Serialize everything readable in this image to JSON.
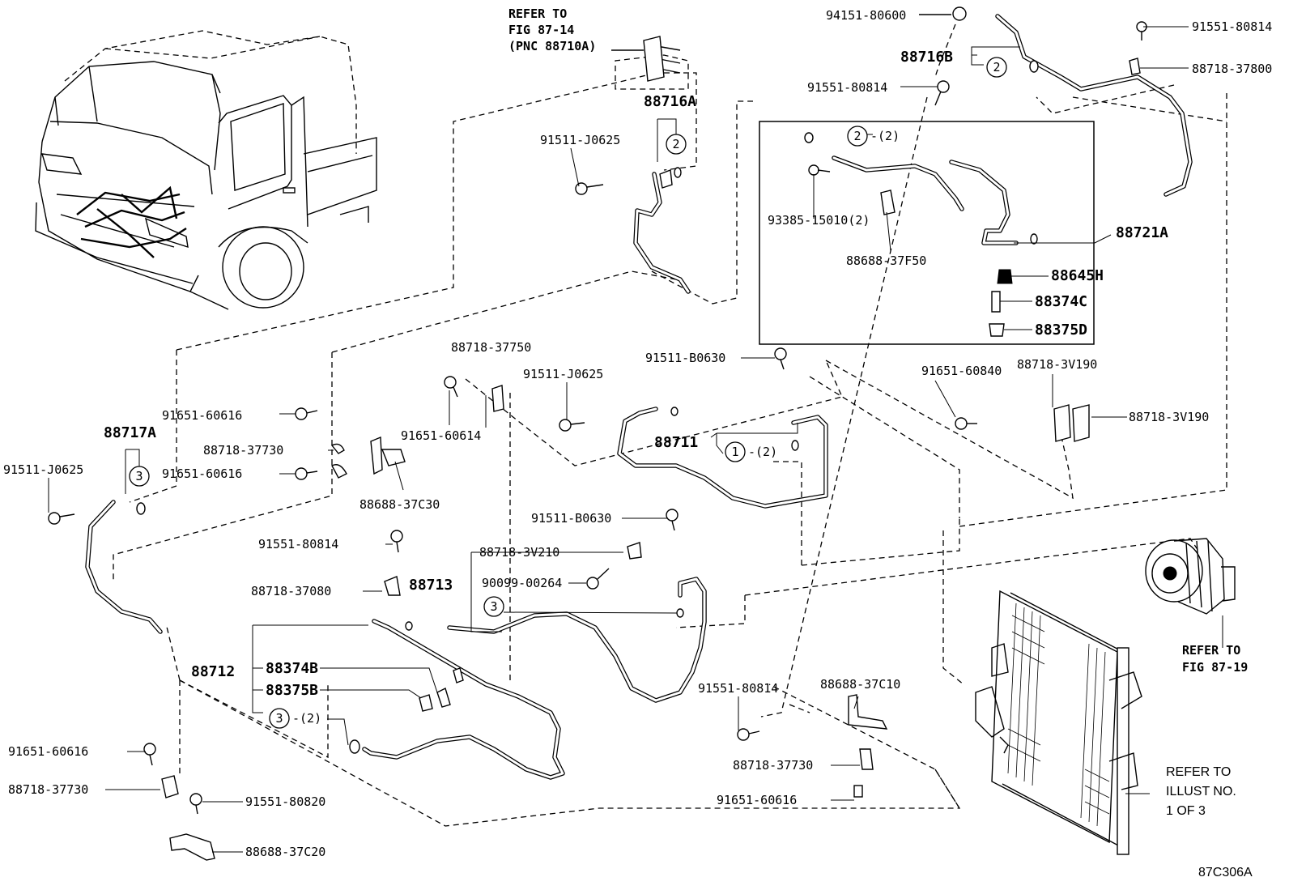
{
  "diagram_code": "87C306A",
  "refers": {
    "fig_87_14": [
      "REFER TO",
      "FIG 87-14",
      "(PNC 88710A)"
    ],
    "fig_87_19": [
      "REFER TO",
      "FIG 87-19"
    ],
    "illust_1of3": [
      "REFER TO",
      "ILLUST NO.",
      "1 OF 3"
    ]
  },
  "assemblies": {
    "a88716A": "88716A",
    "a88716B": "88716B",
    "a88717A": "88717A",
    "a88721A": "88721A",
    "a88711": "88711",
    "a88713": "88713",
    "a88712": "88712",
    "a88645H": "88645H",
    "a88374C": "88374C",
    "a88375D": "88375D",
    "a88374B": "88374B",
    "a88375B": "88375B"
  },
  "callouts": {
    "c1": "1",
    "c2": "2",
    "c3": "3",
    "qty2": "-(2)"
  },
  "parts": {
    "p94151_80600": "94151-80600",
    "p91551_80814_a": "91551-80814",
    "p88718_37800": "88718-37800",
    "p91551_80814_b": "91551-80814",
    "p91511_J0625_a": "91511-J0625",
    "p93385_15010": "93385-15010(2)",
    "p88688_37F50": "88688-37F50",
    "p88718_37750": "88718-37750",
    "p91511_J0625_b": "91511-J0625",
    "p91511_B0630_a": "91511-B0630",
    "p91651_60840": "91651-60840",
    "p88718_3V190_a": "88718-3V190",
    "p88718_3V190_b": "88718-3V190",
    "p91651_60616_a": "91651-60616",
    "p88718_37730_a": "88718-37730",
    "p91511_J0625_c": "91511-J0625",
    "p91651_60616_b": "91651-60616",
    "p91651_60614": "91651-60614",
    "p88688_37C30": "88688-37C30",
    "p91511_B0630_b": "91511-B0630",
    "p91551_80814_c": "91551-80814",
    "p88718_3V210": "88718-3V210",
    "p88718_37080": "88718-37080",
    "p90099_00264": "90099-00264",
    "p91551_80814_d": "91551-80814",
    "p88688_37C10": "88688-37C10",
    "p88718_37730_b": "88718-37730",
    "p91651_60616_c": "91651-60616",
    "p91651_60616_d": "91651-60616",
    "p88718_37730_c": "88718-37730",
    "p91551_80820": "91551-80820",
    "p88688_37C20": "88688-37C20"
  }
}
